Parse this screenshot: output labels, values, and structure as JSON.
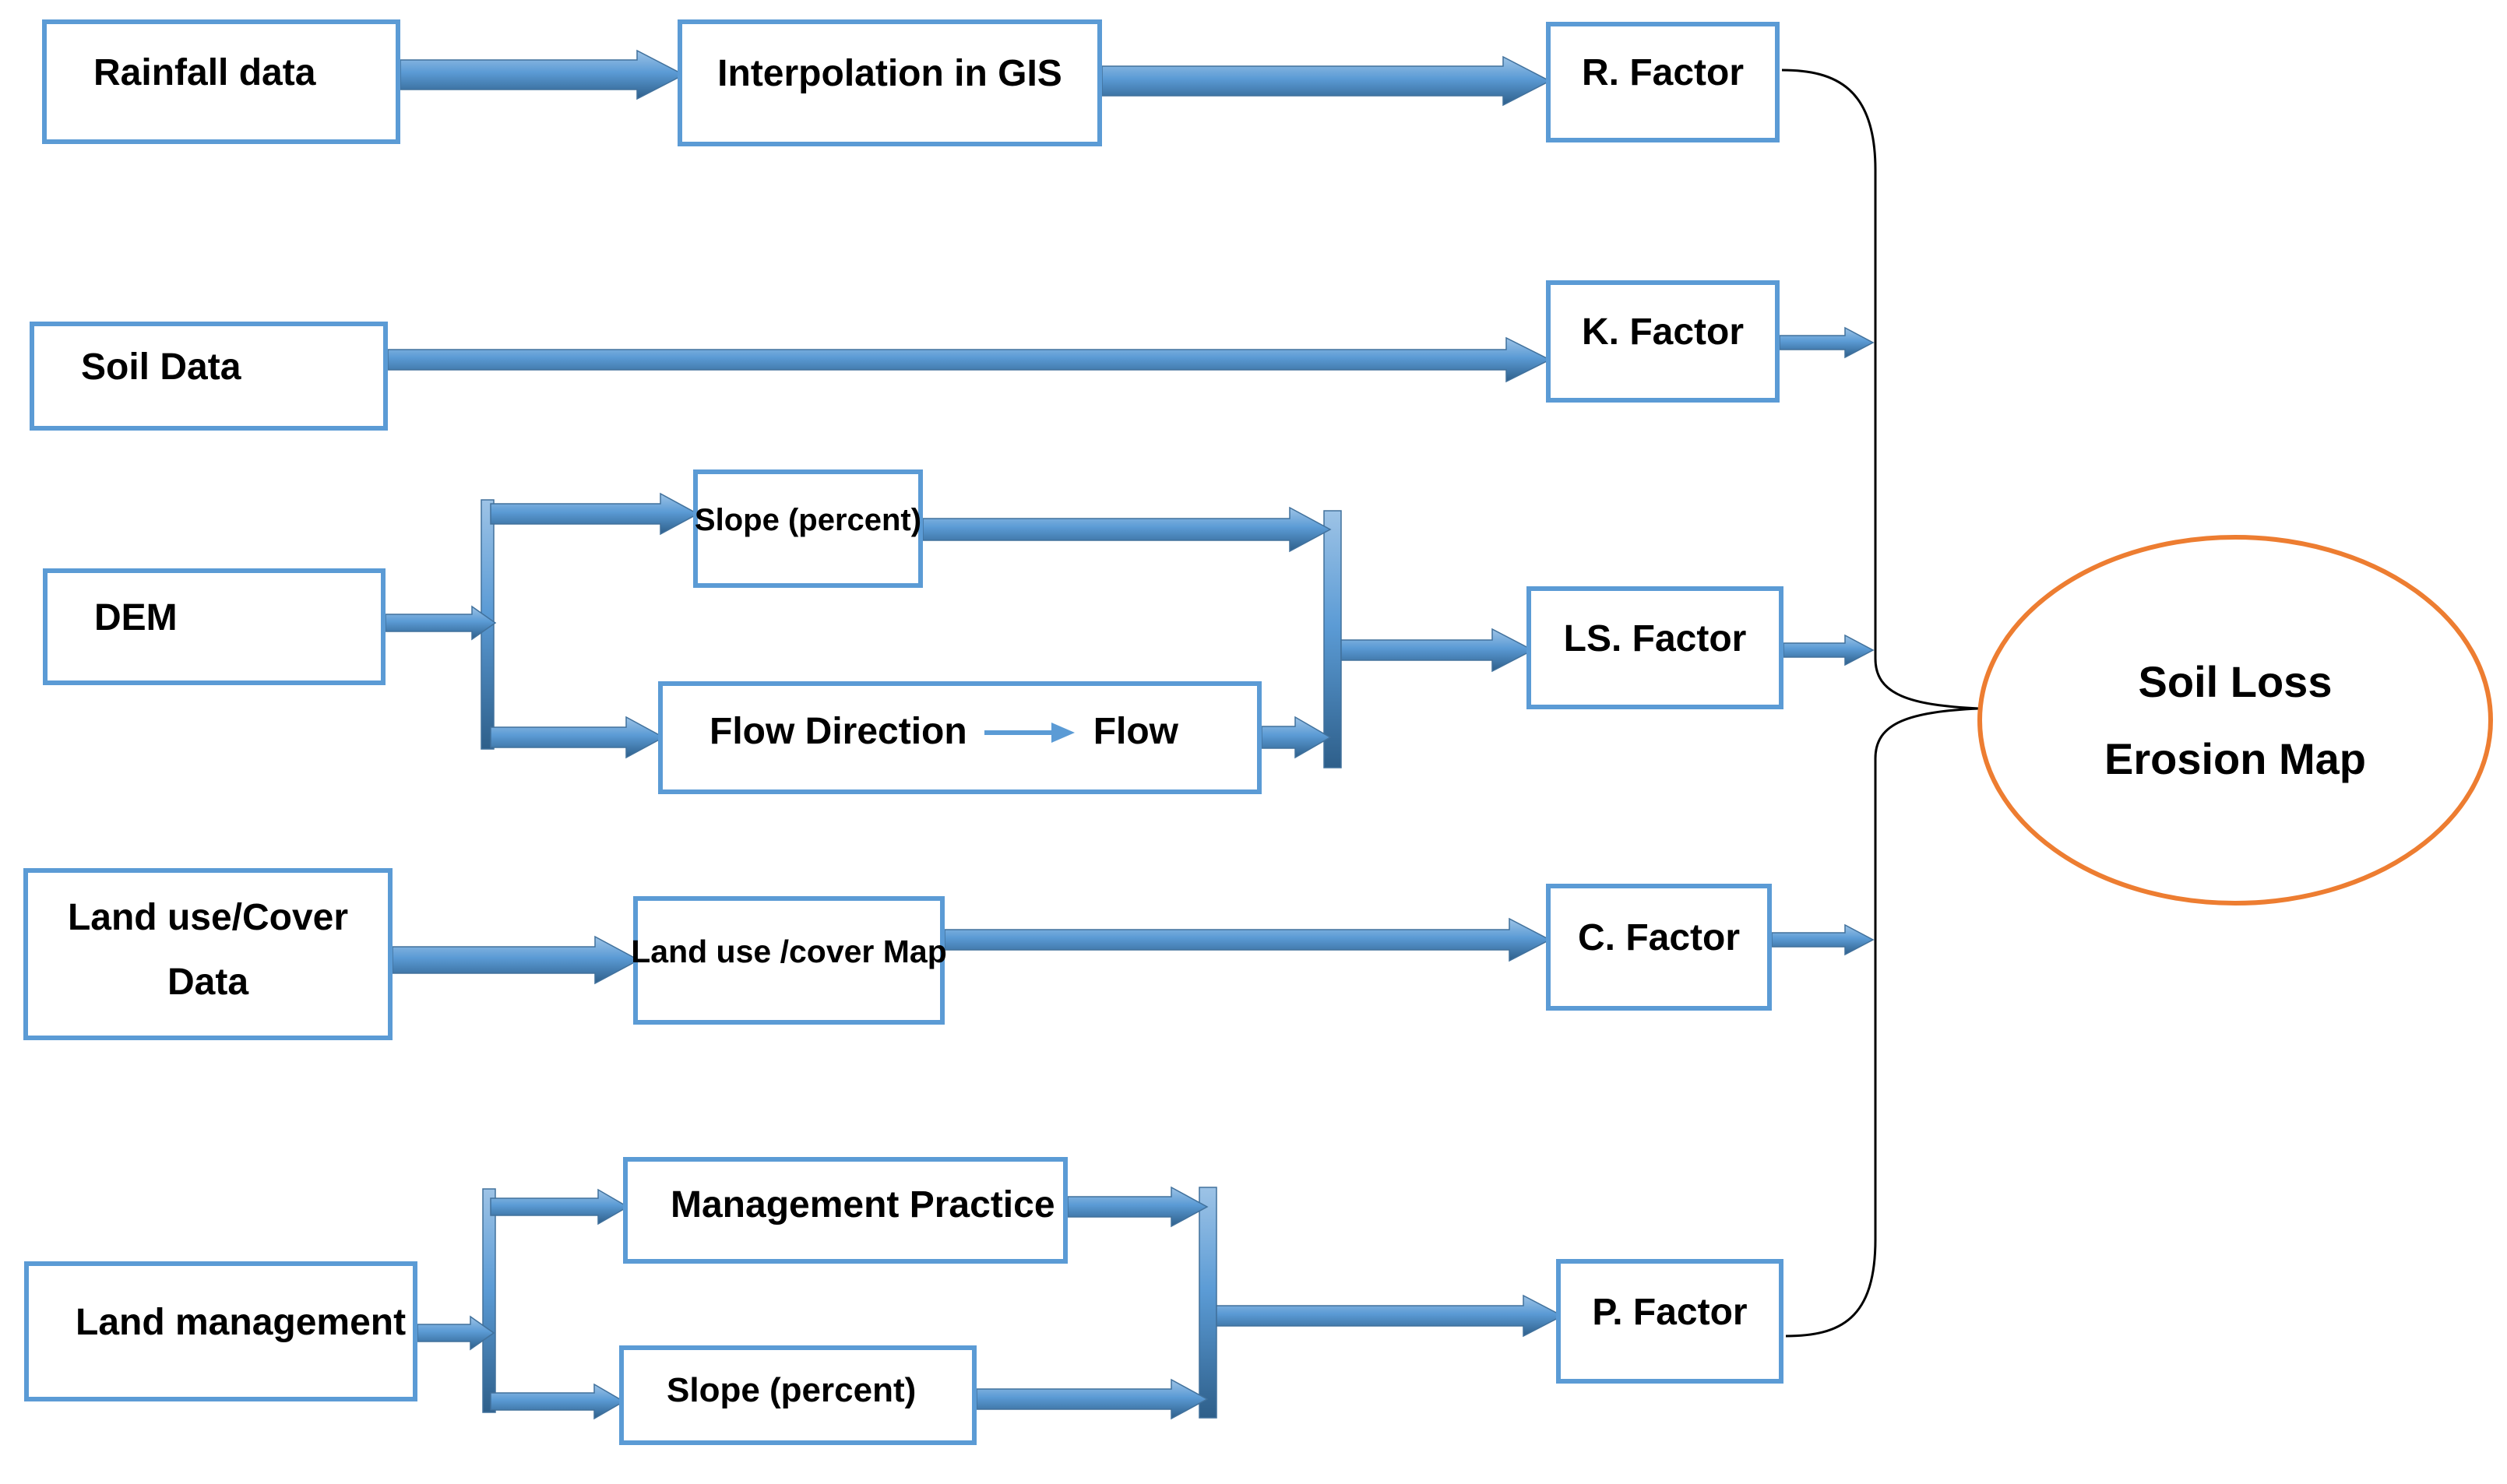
{
  "nodes": {
    "rainfall": "Rainfall data",
    "interpolation": "Interpolation in GIS",
    "r_factor": "R. Factor",
    "soil_data": "Soil Data",
    "k_factor": "K. Factor",
    "dem": "DEM",
    "slope_percent_dem": "Slope (percent)",
    "flow_direction": "Flow Direction",
    "flow": "Flow",
    "ls_factor": "LS. Factor",
    "land_use_cover": {
      "line1": "Land use/Cover",
      "line2": "Data"
    },
    "land_use_cover_map": "Land use /cover Map",
    "c_factor": "C. Factor",
    "land_management": "Land management",
    "management_practice": "Management Practice",
    "slope_percent_lm": "Slope (percent)",
    "p_factor": "P. Factor",
    "output": {
      "line1": "Soil Loss",
      "line2": "Erosion Map"
    }
  },
  "colors": {
    "box_border": "#5b9bd5",
    "arrow_fill": "#5b9bd5",
    "arrow_highlight": "#9dc3e6",
    "arrow_shadow": "#2e5f8a",
    "arrow_outline": "#41719c",
    "ellipse_stroke": "#ed7d31",
    "connector_line": "#000000",
    "text": "#000000",
    "background": "#ffffff"
  }
}
